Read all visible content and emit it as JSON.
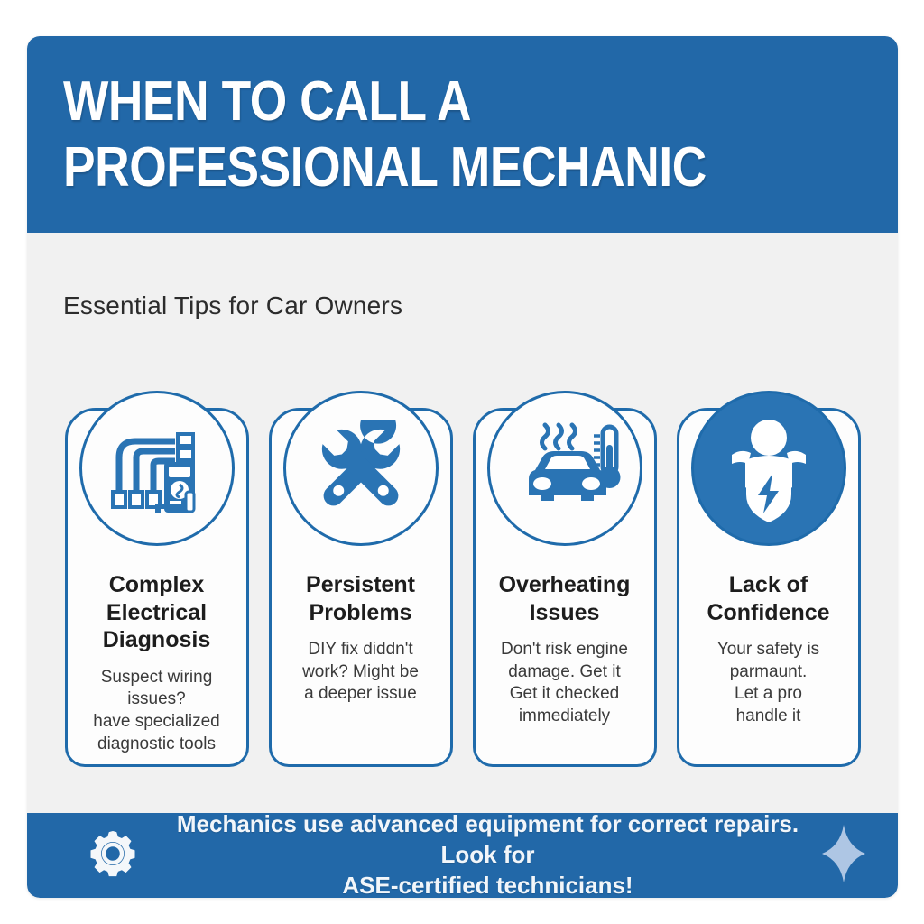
{
  "header": {
    "title": "WHEN TO CALL A\nPROFESSIONAL MECHANIC",
    "background_color": "#2268a8",
    "text_color": "#ffffff"
  },
  "subtitle": "Essential Tips for Car Owners",
  "accent_color": "#1f6bab",
  "body_background": "#f1f1f1",
  "cards": [
    {
      "icon": "wiring-multimeter-icon",
      "title": "Complex\nElectrical\nDiagnosis",
      "body": "Suspect wiring issues?\nhave specialized\ndiagnostic tools",
      "icon_style": "outline"
    },
    {
      "icon": "crossed-wrenches-icon",
      "title": "Persistent\nProblems",
      "body": "DIY fix diddn't\nwork? Might be\na deeper issue",
      "icon_style": "outline"
    },
    {
      "icon": "car-thermometer-icon",
      "title": "Overheating\nIssues",
      "body": "Don't risk engine\ndamage. Get it\nGet it checked\nimmediately",
      "icon_style": "outline"
    },
    {
      "icon": "person-shield-bolt-icon",
      "title": "Lack of\nConfidence",
      "body": "Your safety is\nparmaunt.\nLet a pro\nhandle it",
      "icon_style": "filled"
    }
  ],
  "footer": {
    "icon": "gear-icon",
    "text": "Mechanics use advanced equipment for correct repairs. Look for\nASE-certified technicians!",
    "decoration_icon": "sparkle-icon",
    "background_color": "#2268a8",
    "sparkle_color": "#aec6e4"
  }
}
